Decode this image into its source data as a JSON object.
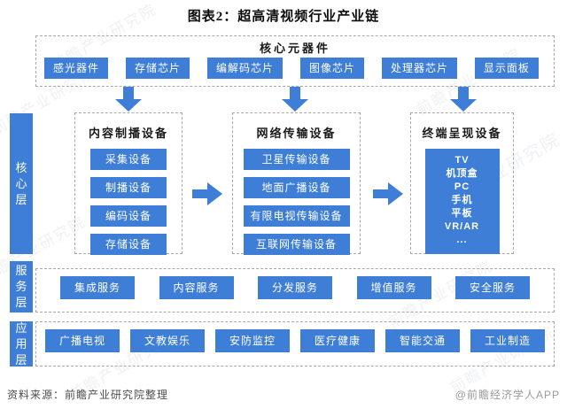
{
  "title": "图表2：超高清视频行业产业链",
  "colors": {
    "accent": "#3e7ed6"
  },
  "core_components": {
    "header": "核心元器件",
    "items": [
      "感光器件",
      "存储芯片",
      "编解码芯片",
      "图像芯片",
      "处理器芯片",
      "显示面板"
    ]
  },
  "groups": [
    {
      "header": "内容制播设备",
      "items": [
        "采集设备",
        "制播设备",
        "编码设备",
        "存储设备"
      ]
    },
    {
      "header": "网络传输设备",
      "items": [
        "卫星传输设备",
        "地面广播设备",
        "有限电视传输设备",
        "互联网传输设备"
      ]
    },
    {
      "header": "终端呈现设备",
      "items": [
        "TV",
        "机顶盒",
        "PC",
        "手机",
        "平板",
        "VR/AR",
        "..."
      ]
    }
  ],
  "layers": {
    "core": "核心层",
    "service": "服务层",
    "application": "应用层"
  },
  "services": [
    "集成服务",
    "内容服务",
    "分发服务",
    "增值服务",
    "安全服务"
  ],
  "applications": [
    "广播电视",
    "文教娱乐",
    "安防监控",
    "医疗健康",
    "智能交通",
    "工业制造"
  ],
  "footer": {
    "source": "资料来源：前瞻产业研究院整理",
    "credit": "@前瞻经济学人APP"
  },
  "watermark": {
    "text": "前瞻产业研究院"
  }
}
